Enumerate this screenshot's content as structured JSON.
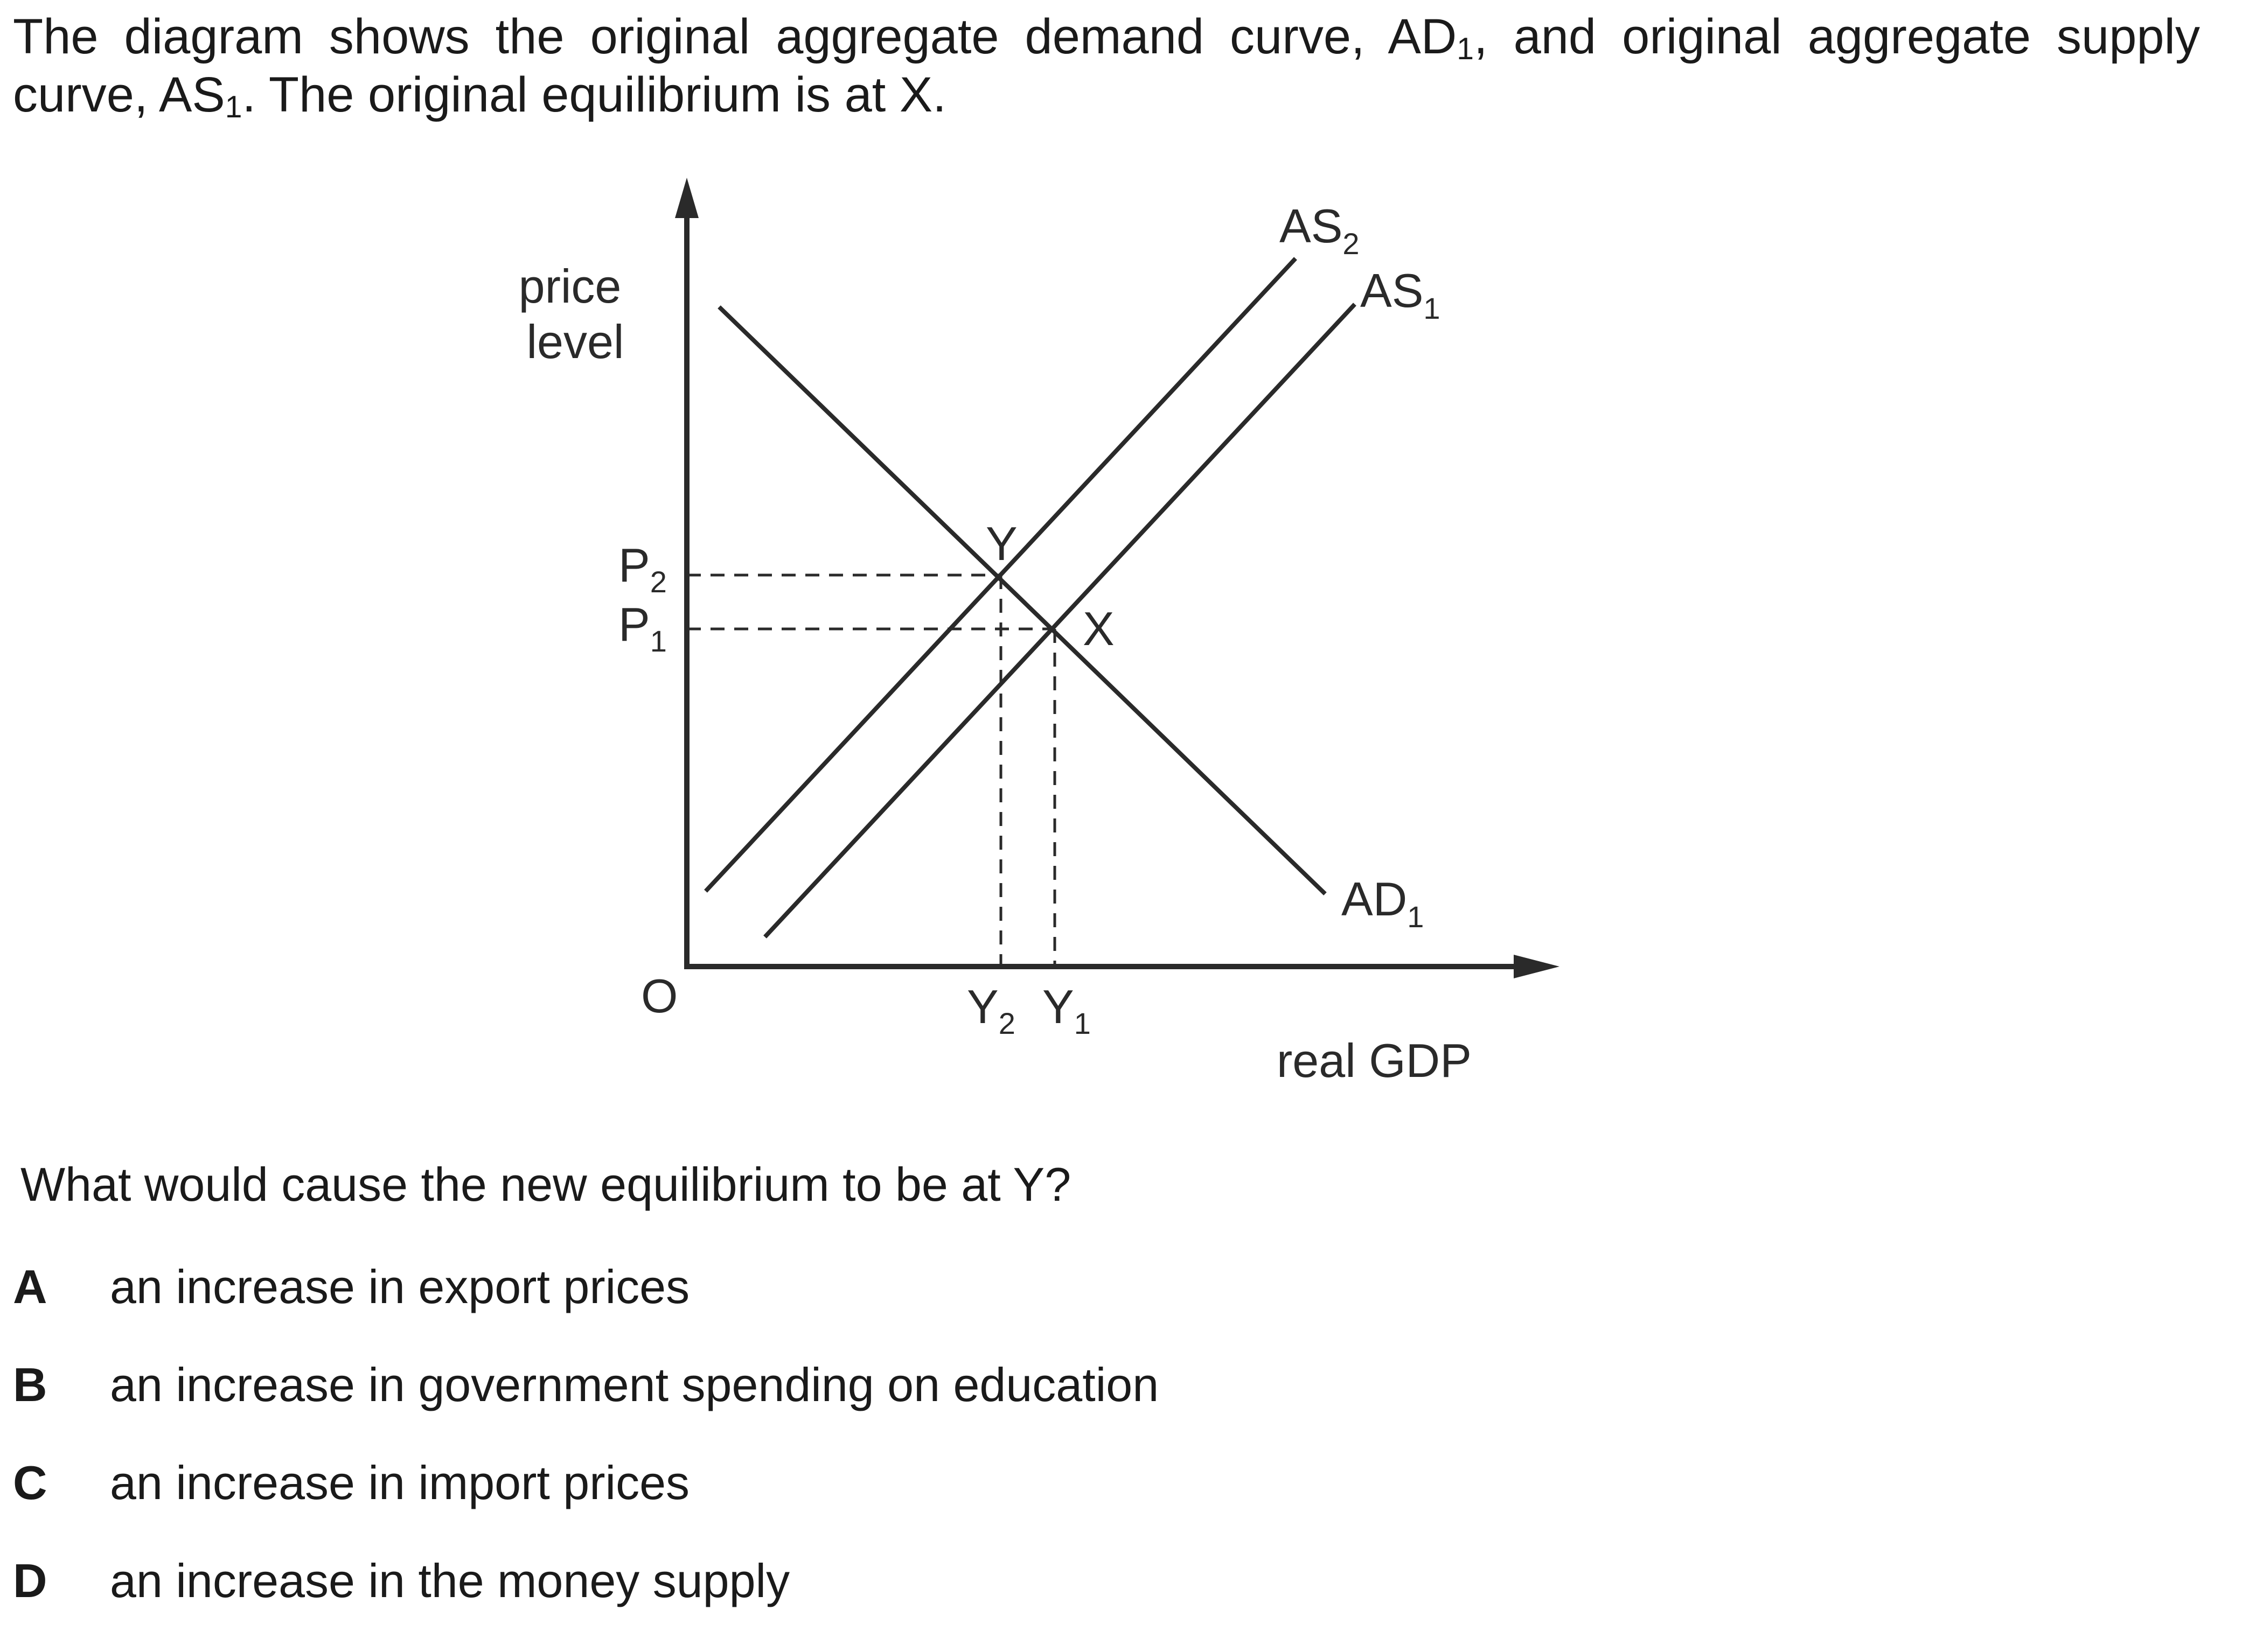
{
  "intro": {
    "part1": "The diagram shows the original aggregate demand curve, AD",
    "sub1": "1",
    "part2": ", and original aggregate supply curve, AS",
    "sub2": "1",
    "part3": ". The original equilibrium is at X."
  },
  "diagram": {
    "y_axis_label_line1": "price",
    "y_axis_label_line2": "level",
    "x_axis_label": "real GDP",
    "origin_label": "O",
    "curves": {
      "as2": {
        "base": "AS",
        "sub": "2"
      },
      "as1": {
        "base": "AS",
        "sub": "1"
      },
      "ad1": {
        "base": "AD",
        "sub": "1"
      }
    },
    "points": {
      "y": "Y",
      "x": "X"
    },
    "price_ticks": {
      "p2": {
        "base": "P",
        "sub": "2"
      },
      "p1": {
        "base": "P",
        "sub": "1"
      }
    },
    "output_ticks": {
      "y2": {
        "base": "Y",
        "sub": "2"
      },
      "y1": {
        "base": "Y",
        "sub": "1"
      }
    }
  },
  "question": "What would cause the new equilibrium to be at Y?",
  "options": [
    {
      "letter": "A",
      "text": "an increase in export prices"
    },
    {
      "letter": "B",
      "text": "an increase in government spending on education"
    },
    {
      "letter": "C",
      "text": "an increase in import prices"
    },
    {
      "letter": "D",
      "text": "an increase in the money supply"
    }
  ]
}
